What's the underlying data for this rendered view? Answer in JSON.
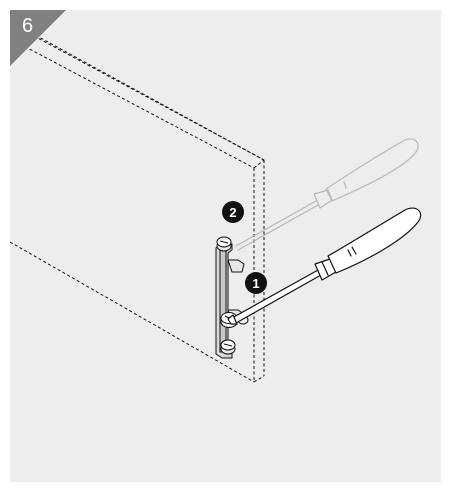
{
  "step": {
    "number": "6",
    "corner_color": "#808080",
    "background_color": "#ededed"
  },
  "callouts": [
    {
      "label": "2",
      "meaning": "tool-removed-position"
    },
    {
      "label": "1",
      "meaning": "tool-inserted-position"
    }
  ],
  "elements": {
    "panel": "dashed-outline-panel",
    "hinge": "hinge-bracket",
    "tool_active": "screwdriver",
    "tool_ghost": "screwdriver-ghost"
  }
}
